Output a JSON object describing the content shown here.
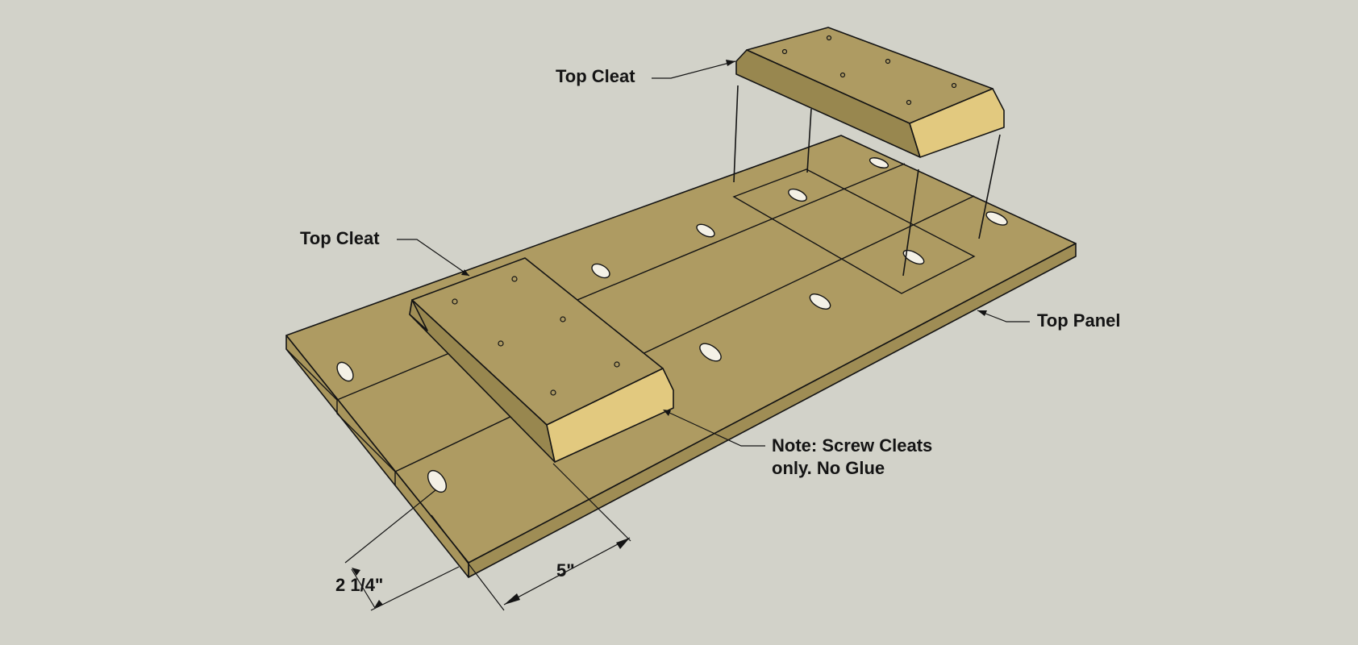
{
  "labels": {
    "top_cleat_upper": "Top Cleat",
    "top_cleat_lower": "Top Cleat",
    "top_panel": "Top Panel",
    "note_line1": "Note: Screw Cleats",
    "note_line2": "only. No Glue",
    "dim_width": "5\"",
    "dim_offset": "2 1/4\""
  },
  "colors": {
    "background": "#d2d2c9",
    "wood_top": "#ae9b62",
    "wood_side_dark": "#98874f",
    "wood_end_light": "#e2c97f",
    "outline": "#141414"
  }
}
